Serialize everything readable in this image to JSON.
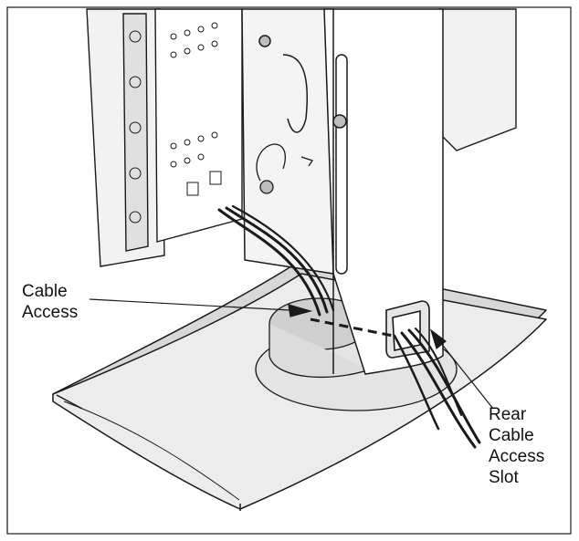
{
  "labels": {
    "cable_access": [
      "Cable",
      "Access"
    ],
    "rear_cable_access_slot": [
      "Rear",
      "Cable",
      "Access",
      "Slot"
    ]
  },
  "colors": {
    "line": "#1a1a1a",
    "fill_light": "#e8e8e8",
    "fill_mid": "#d0d0d0",
    "background": "#ffffff"
  }
}
